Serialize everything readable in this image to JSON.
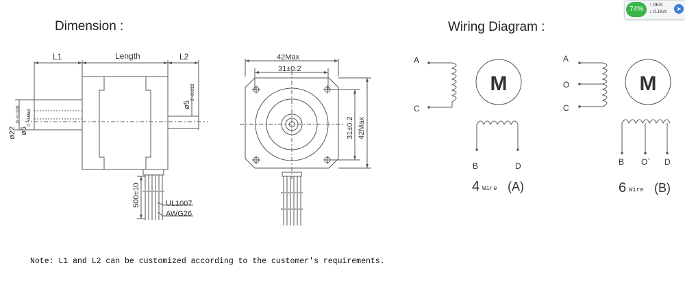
{
  "headings": {
    "dimension": "Dimension :",
    "wiring": "Wiring Diagram :"
  },
  "dimension_labels": {
    "l1": "L1",
    "length": "Length",
    "l2": "L2",
    "shaft_diameter": "ø22",
    "shaft_diameter_tol": "0\n-0.035",
    "bore_diameter": "ø5",
    "bore_tol": "0\n-0.012",
    "shaft_end_diameter": "ø5",
    "shaft_end_tol": "0\n-0.012",
    "lead_length": "500±10",
    "cable_type": "UL1007",
    "cable_gauge": "AWG26",
    "width_max": "42Max",
    "hole_spacing": "31±0.2",
    "hole_spacing_v": "31±0.2",
    "height_max": "42Max"
  },
  "wiring": {
    "motor_symbol": "M",
    "four_wire": {
      "terminals": [
        "A",
        "C",
        "B",
        "D"
      ],
      "count": "4",
      "word": "Wire",
      "variant": "(A)"
    },
    "six_wire": {
      "terminals": [
        "A",
        "O",
        "C",
        "B",
        "O`",
        "D"
      ],
      "count": "6",
      "word": "Wire",
      "variant": "(B)"
    }
  },
  "note": "Note: L1 and L2 can be customized according to the customer's requirements.",
  "tray_widget": {
    "percent": "74%",
    "up_rate": "0K/s",
    "down_rate": "0.1K/s"
  }
}
